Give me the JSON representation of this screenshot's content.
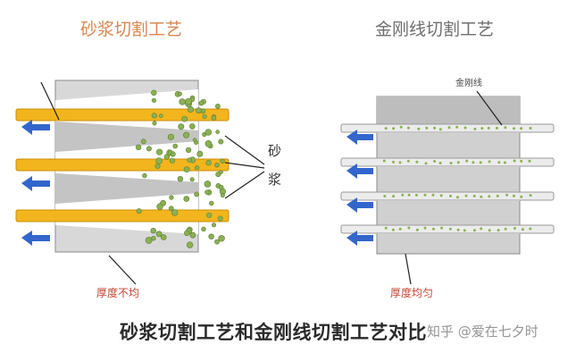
{
  "left_panel": {
    "title": "砂浆切割工艺",
    "slurry_label_chars": [
      "砂",
      "浆"
    ],
    "bottom_note": "厚度不均"
  },
  "right_panel": {
    "title": "金刚线切割工艺",
    "wire_label": "金刚线",
    "bottom_note": "厚度均匀"
  },
  "caption": "砂浆切割工艺和金刚线切割工艺对比",
  "watermark": "知乎 @爱在七夕时",
  "colors": {
    "block": "#d0d0d0",
    "block_edge": "#8a8a8a",
    "left_wire": "#f2b51d",
    "right_wire": "#e9e9e9",
    "slurry": "#8bb055",
    "arrow": "#3366cc",
    "note": "#c7442c",
    "title_left": "#d98752",
    "title_right": "#6f6f6f"
  }
}
